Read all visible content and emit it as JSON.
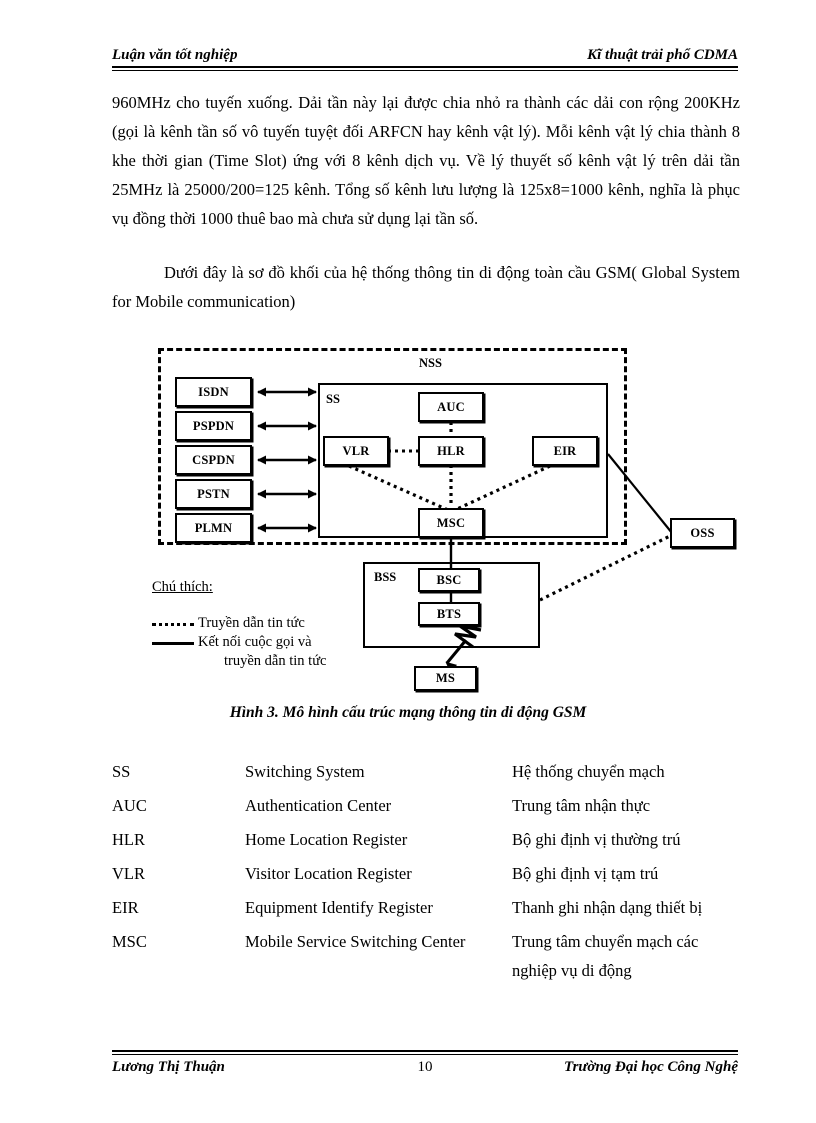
{
  "header": {
    "left": "Luận văn tốt nghiệp",
    "right": "Kĩ thuật trải phổ CDMA"
  },
  "body": {
    "paragraph_1": "960MHz cho tuyến xuống. Dải tần này lại được chia nhỏ ra thành các dải con rộng 200KHz (gọi là kênh tần số vô tuyến tuyệt đối ARFCN hay kênh vật lý). Mỗi kênh vật lý chia thành 8 khe thời gian (Time Slot) ứng với 8 kênh dịch vụ. Về lý thuyết số kênh vật lý trên dải tần 25MHz là 25000/200=125 kênh. Tổng số kênh lưu lượng là 125x8=1000 kênh, nghĩa là phục vụ đồng thời 1000 thuê bao mà chưa sử dụng lại tần số.",
    "paragraph_2": "Dưới đây là sơ đồ khối của hệ thống thông tin di động toàn cầu GSM( Global System for Mobile communication)"
  },
  "figure": {
    "caption": "Hình 3.  Mô hình cấu trúc mạng thông tin di động GSM",
    "groups": {
      "nss": "NSS",
      "ss": "SS",
      "bss": "BSS"
    },
    "external_nodes": [
      {
        "label": "ISDN"
      },
      {
        "label": "PSPDN"
      },
      {
        "label": "CSPDN"
      },
      {
        "label": "PSTN"
      },
      {
        "label": "PLMN"
      }
    ],
    "ss_nodes": [
      {
        "label": "AUC"
      },
      {
        "label": "VLR"
      },
      {
        "label": "HLR"
      },
      {
        "label": "EIR"
      },
      {
        "label": "MSC"
      }
    ],
    "bss_nodes": [
      {
        "label": "BSC"
      },
      {
        "label": "BTS"
      }
    ],
    "other_nodes": [
      {
        "label": "OSS"
      },
      {
        "label": "MS"
      }
    ],
    "legend": {
      "title": "Chú thích:",
      "dotted_label": "Truyền dẫn tin tức",
      "solid_label_line1": "Kết nối cuộc gọi và",
      "solid_label_line2": "truyền dẫn tin tức"
    }
  },
  "glossary": [
    {
      "abbr": "SS",
      "en": "Switching System",
      "vi": "Hệ thống chuyển mạch"
    },
    {
      "abbr": "AUC",
      "en": "Authentication Center",
      "vi": "Trung tâm nhận thực"
    },
    {
      "abbr": "HLR",
      "en": "Home Location Register",
      "vi": "Bộ ghi định vị thường trú"
    },
    {
      "abbr": "VLR",
      "en": "Visitor Location Register",
      "vi": "Bộ ghi định vị tạm trú"
    },
    {
      "abbr": "EIR",
      "en": "Equipment Identify Register",
      "vi": "Thanh ghi nhận dạng thiết bị"
    },
    {
      "abbr": "MSC",
      "en": "Mobile Service Switching Center",
      "vi": "Trung tâm chuyển mạch các nghiệp vụ di động"
    }
  ],
  "footer": {
    "left": "Lương Thị Thuận",
    "page_number": "10",
    "right": "Trường Đại học Công Nghệ"
  }
}
